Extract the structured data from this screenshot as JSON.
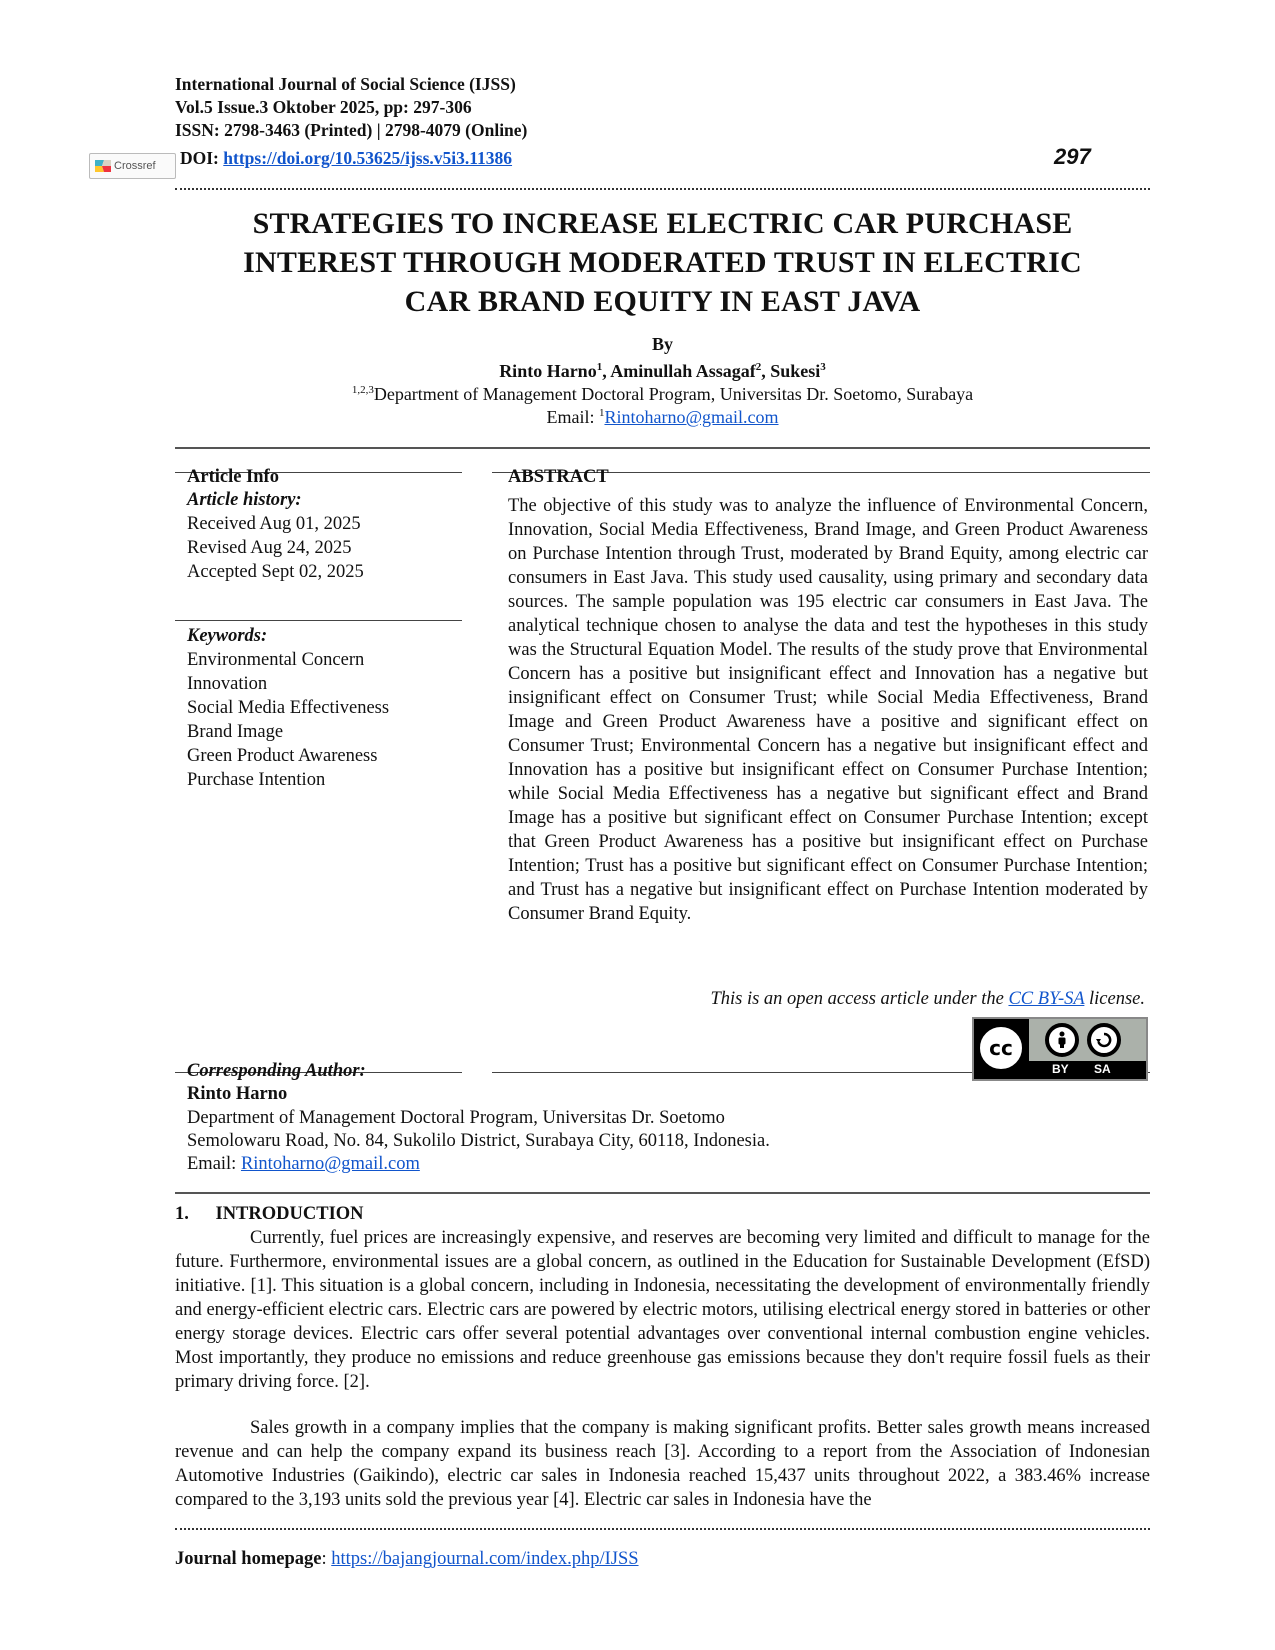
{
  "header": {
    "journal": "International Journal of Social Science (IJSS)",
    "volume": "Vol.5 Issue.3 Oktober 2025, pp: 297-306",
    "issn": "ISSN: 2798-3463 (Printed) | 2798-4079 (Online)",
    "doi_label": "DOI: ",
    "doi_url": "https://doi.org/10.53625/ijss.v5i3.11386",
    "crossref_label": "Crossref",
    "page_number": "297"
  },
  "title_lines": [
    "STRATEGIES TO INCREASE ELECTRIC CAR PURCHASE",
    "INTEREST THROUGH MODERATED TRUST IN ELECTRIC",
    "CAR BRAND EQUITY IN EAST JAVA"
  ],
  "byline": {
    "by": "By",
    "author1": "Rinto Harno",
    "author1_sup": "1",
    "author2": "Aminullah Assagaf",
    "author2_sup": "2",
    "author3": "Sukesi",
    "author3_sup": "3",
    "affiliation_sup": "1,2,3",
    "affiliation": "Department of Management Doctoral Program, Universitas Dr. Soetomo, Surabaya",
    "email_label": "Email: ",
    "email_sup": "1",
    "email": "Rintoharno@gmail.com"
  },
  "article_info": {
    "heading": "Article Info",
    "history_heading": "Article history:",
    "history": [
      "Received Aug 01, 2025",
      "Revised Aug 24, 2025",
      "Accepted Sept 02, 2025"
    ],
    "keywords_heading": "Keywords:",
    "keywords": [
      "Environmental Concern",
      "Innovation",
      "Social Media Effectiveness",
      "Brand Image",
      "Green Product Awareness",
      "Purchase Intention"
    ]
  },
  "abstract": {
    "heading": "ABSTRACT",
    "text": "The objective of this study was to analyze the influence of Environmental Concern, Innovation, Social Media Effectiveness, Brand Image, and Green Product Awareness on Purchase Intention through Trust, moderated by Brand Equity, among electric car consumers in East Java. This study used causality, using primary and secondary data sources. The sample population was 195 electric car consumers in East Java. The analytical technique chosen to analyse the data and test the hypotheses in this study was the Structural Equation Model. The results of the study prove that Environmental Concern has a positive but insignificant effect and Innovation has a negative but insignificant effect on Consumer Trust; while Social Media Effectiveness, Brand Image and Green Product Awareness have a positive and significant effect on Consumer Trust; Environmental Concern has a negative but insignificant effect and Innovation has a positive but insignificant effect on Consumer Purchase Intention; while Social Media Effectiveness has a negative but significant effect and Brand Image has a positive but significant effect on Consumer Purchase Intention; except that Green Product Awareness has a positive but insignificant effect on Purchase Intention; Trust has a positive but significant effect on Consumer Purchase Intention; and Trust has a negative but insignificant effect on Purchase Intention moderated by Consumer Brand Equity.",
    "license_prefix": "This is an open access article under the ",
    "license_link": "CC BY-SA",
    "license_suffix": " license.",
    "cc_text": "cc",
    "by_text": "BY",
    "sa_text": "SA"
  },
  "corresponding": {
    "heading": "Corresponding Author:",
    "name": "Rinto Harno",
    "dept": "Department of Management Doctoral Program, Universitas Dr. Soetomo",
    "address": "Semolowaru Road, No. 84, Sukolilo District, Surabaya City, 60118, Indonesia.",
    "email_label": "Email: ",
    "email": "Rintoharno@gmail.com"
  },
  "introduction": {
    "number": "1.",
    "heading": "INTRODUCTION",
    "p1": "Currently, fuel prices are increasingly expensive, and reserves are becoming very limited and difficult to manage for the future. Furthermore, environmental issues are a global concern, as outlined in the Education for Sustainable Development (EfSD) initiative. [1]. This situation is a global concern, including in Indonesia, necessitating the development of environmentally friendly and energy-efficient electric cars. Electric cars are powered by electric motors, utilising electrical energy stored in batteries or other energy storage devices. Electric cars offer several potential advantages over conventional internal combustion engine vehicles. Most importantly, they produce no emissions and reduce greenhouse gas emissions because they don't require fossil fuels as their primary driving force. [2].",
    "p2": "Sales growth in a company implies that the company is making significant profits. Better sales growth means increased revenue and can help the company expand its business reach [3]. According to a report from the Association of Indonesian Automotive Industries (Gaikindo), electric car sales in Indonesia reached 15,437 units throughout 2022, a 383.46% increase compared to the 3,193 units sold the previous year [4]. Electric car sales in Indonesia have the"
  },
  "footer": {
    "label": "Journal homepage",
    "colon": ": ",
    "url": "https://bajangjournal.com/index.php/IJSS"
  }
}
